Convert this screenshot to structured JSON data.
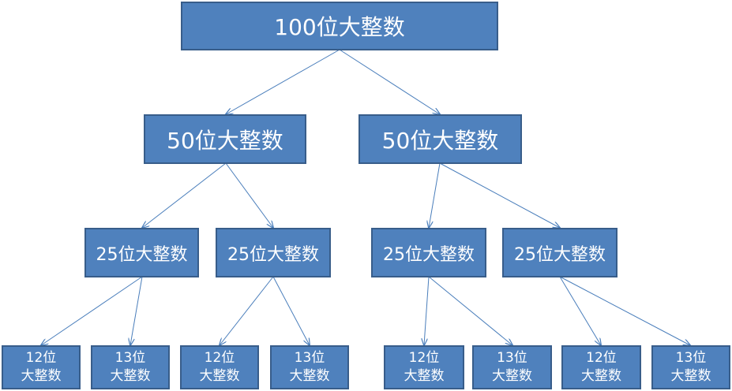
{
  "diagram": {
    "root": {
      "label": "100位大整数"
    },
    "level1": [
      {
        "label": "50位大整数"
      },
      {
        "label": "50位大整数"
      }
    ],
    "level2": [
      {
        "label": "25位大整数"
      },
      {
        "label": "25位大整数"
      },
      {
        "label": "25位大整数"
      },
      {
        "label": "25位大整数"
      }
    ],
    "level3": [
      {
        "line1": "12位",
        "line2": "大整数"
      },
      {
        "line1": "13位",
        "line2": "大整数"
      },
      {
        "line1": "12位",
        "line2": "大整数"
      },
      {
        "line1": "13位",
        "line2": "大整数"
      },
      {
        "line1": "12位",
        "line2": "大整数"
      },
      {
        "line1": "13位",
        "line2": "大整数"
      },
      {
        "line1": "12位",
        "line2": "大整数"
      },
      {
        "line1": "13位",
        "line2": "大整数"
      }
    ],
    "colors": {
      "node_fill": "#4f81bd",
      "node_border": "#385d8a",
      "edge": "#4a7ebb",
      "text": "#ffffff"
    }
  }
}
